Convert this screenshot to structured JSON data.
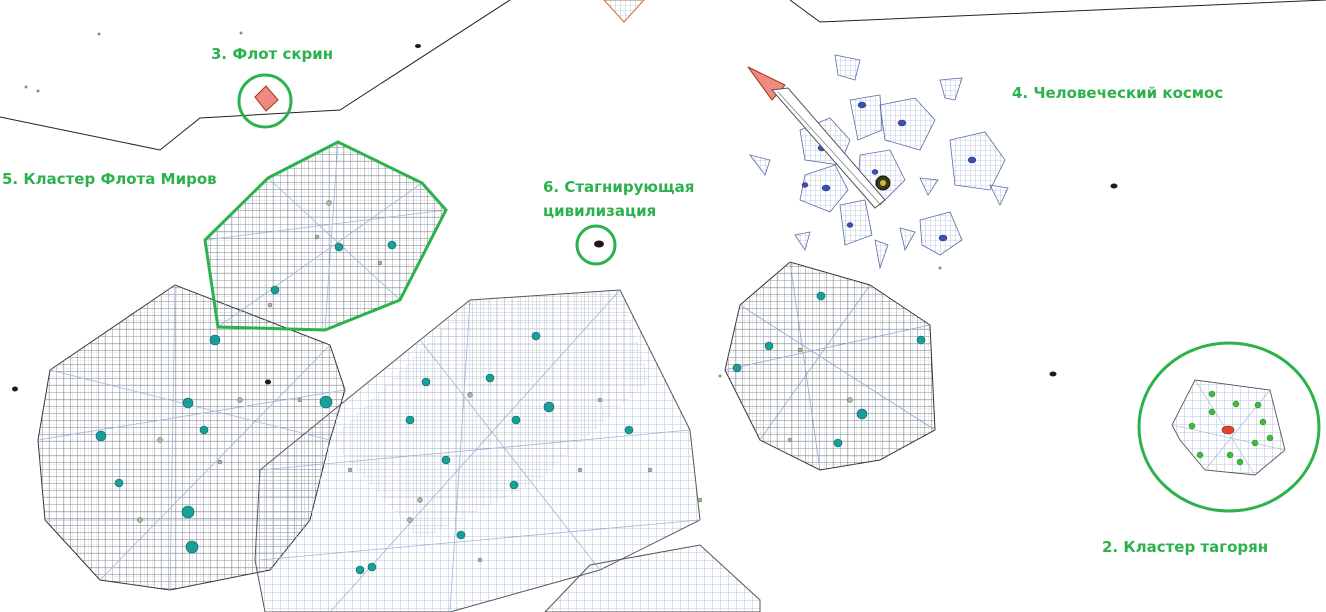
{
  "colors": {
    "annotation_green": "#2bb24c",
    "grid_blue": "#9fb4d9",
    "grid_dark": "#333333",
    "teal_star": "#1a9e9a",
    "human_star": "#3d4fb8",
    "tagorian_star": "#38c038",
    "tagorian_capital": "#e04430",
    "scrin_ship": "#f08a80",
    "rogue_star": "#2a1515"
  },
  "labels": {
    "scrin_fleet": "3. Флот скрин",
    "human_space": "4. Человеческий космос",
    "worldship_cluster": "5. Кластер Флота Миров",
    "stagnant_line1": "6. Стагнирующая",
    "stagnant_line2": "цивилизация",
    "tagorian_cluster": "2. Кластер тагорян"
  },
  "icons": {
    "scrin_ship": "crystal-ship-icon",
    "human_ship": "needle-ship-icon",
    "stagnant_star": "star-icon"
  }
}
